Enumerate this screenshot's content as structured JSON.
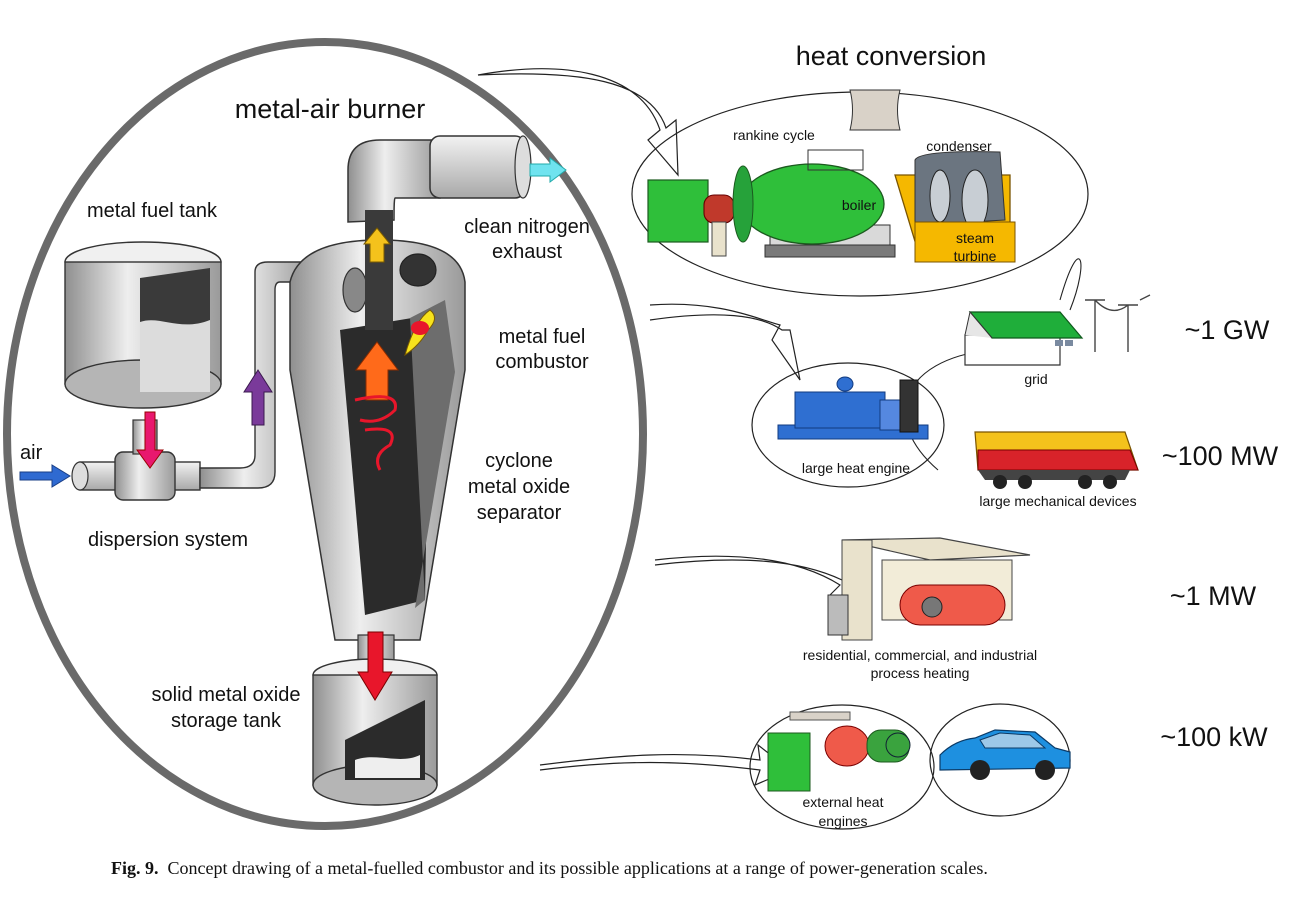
{
  "title": "heat conversion",
  "burner": {
    "title": "metal-air burner",
    "metal_fuel_tank": "metal fuel tank",
    "air": "air",
    "dispersion_system": "dispersion system",
    "clean_exhaust": [
      "clean nitrogen",
      "exhaust"
    ],
    "combustor": [
      "metal fuel",
      "combustor"
    ],
    "separator": [
      "cyclone",
      "metal oxide",
      "separator"
    ],
    "storage": [
      "solid metal oxide",
      "storage tank"
    ]
  },
  "applications": {
    "rankine_cycle": "rankine cycle",
    "condenser": "condenser",
    "boiler": "boiler",
    "steam_turbine": [
      "steam",
      "turbine"
    ],
    "grid": "grid",
    "large_heat_engine": "large heat engine",
    "large_mechanical_devices": "large mechanical devices",
    "process_heating": [
      "residential, commercial, and industrial",
      "process heating"
    ],
    "external_heat_engines": [
      "external heat",
      "engines"
    ]
  },
  "scales": [
    "~1 GW",
    "~100 MW",
    "~1 MW",
    "~100 kW"
  ],
  "caption": {
    "label": "Fig. 9.",
    "text": "Concept drawing of a metal-fuelled combustor and its possible applications at a range of power-generation scales."
  },
  "colors": {
    "boiler": "#2fbf3a",
    "turbine": "#f5b800",
    "roof": "#1fae3a",
    "engine": "#2f6fd1",
    "train": "#f4c21c",
    "heater": "#ef5a4a",
    "car": "#1e90e0",
    "exhaust_arrow": "#6fe3ef",
    "up_arrow": "#f4c21c",
    "flame": "#ff6a1a",
    "down_arrow": "#e8162b",
    "feed_arrow": "#e8186e",
    "pipe_arrow": "#7a3a9a",
    "air_arrow": "#2f6ad1",
    "oval": "#6a6a6a"
  }
}
